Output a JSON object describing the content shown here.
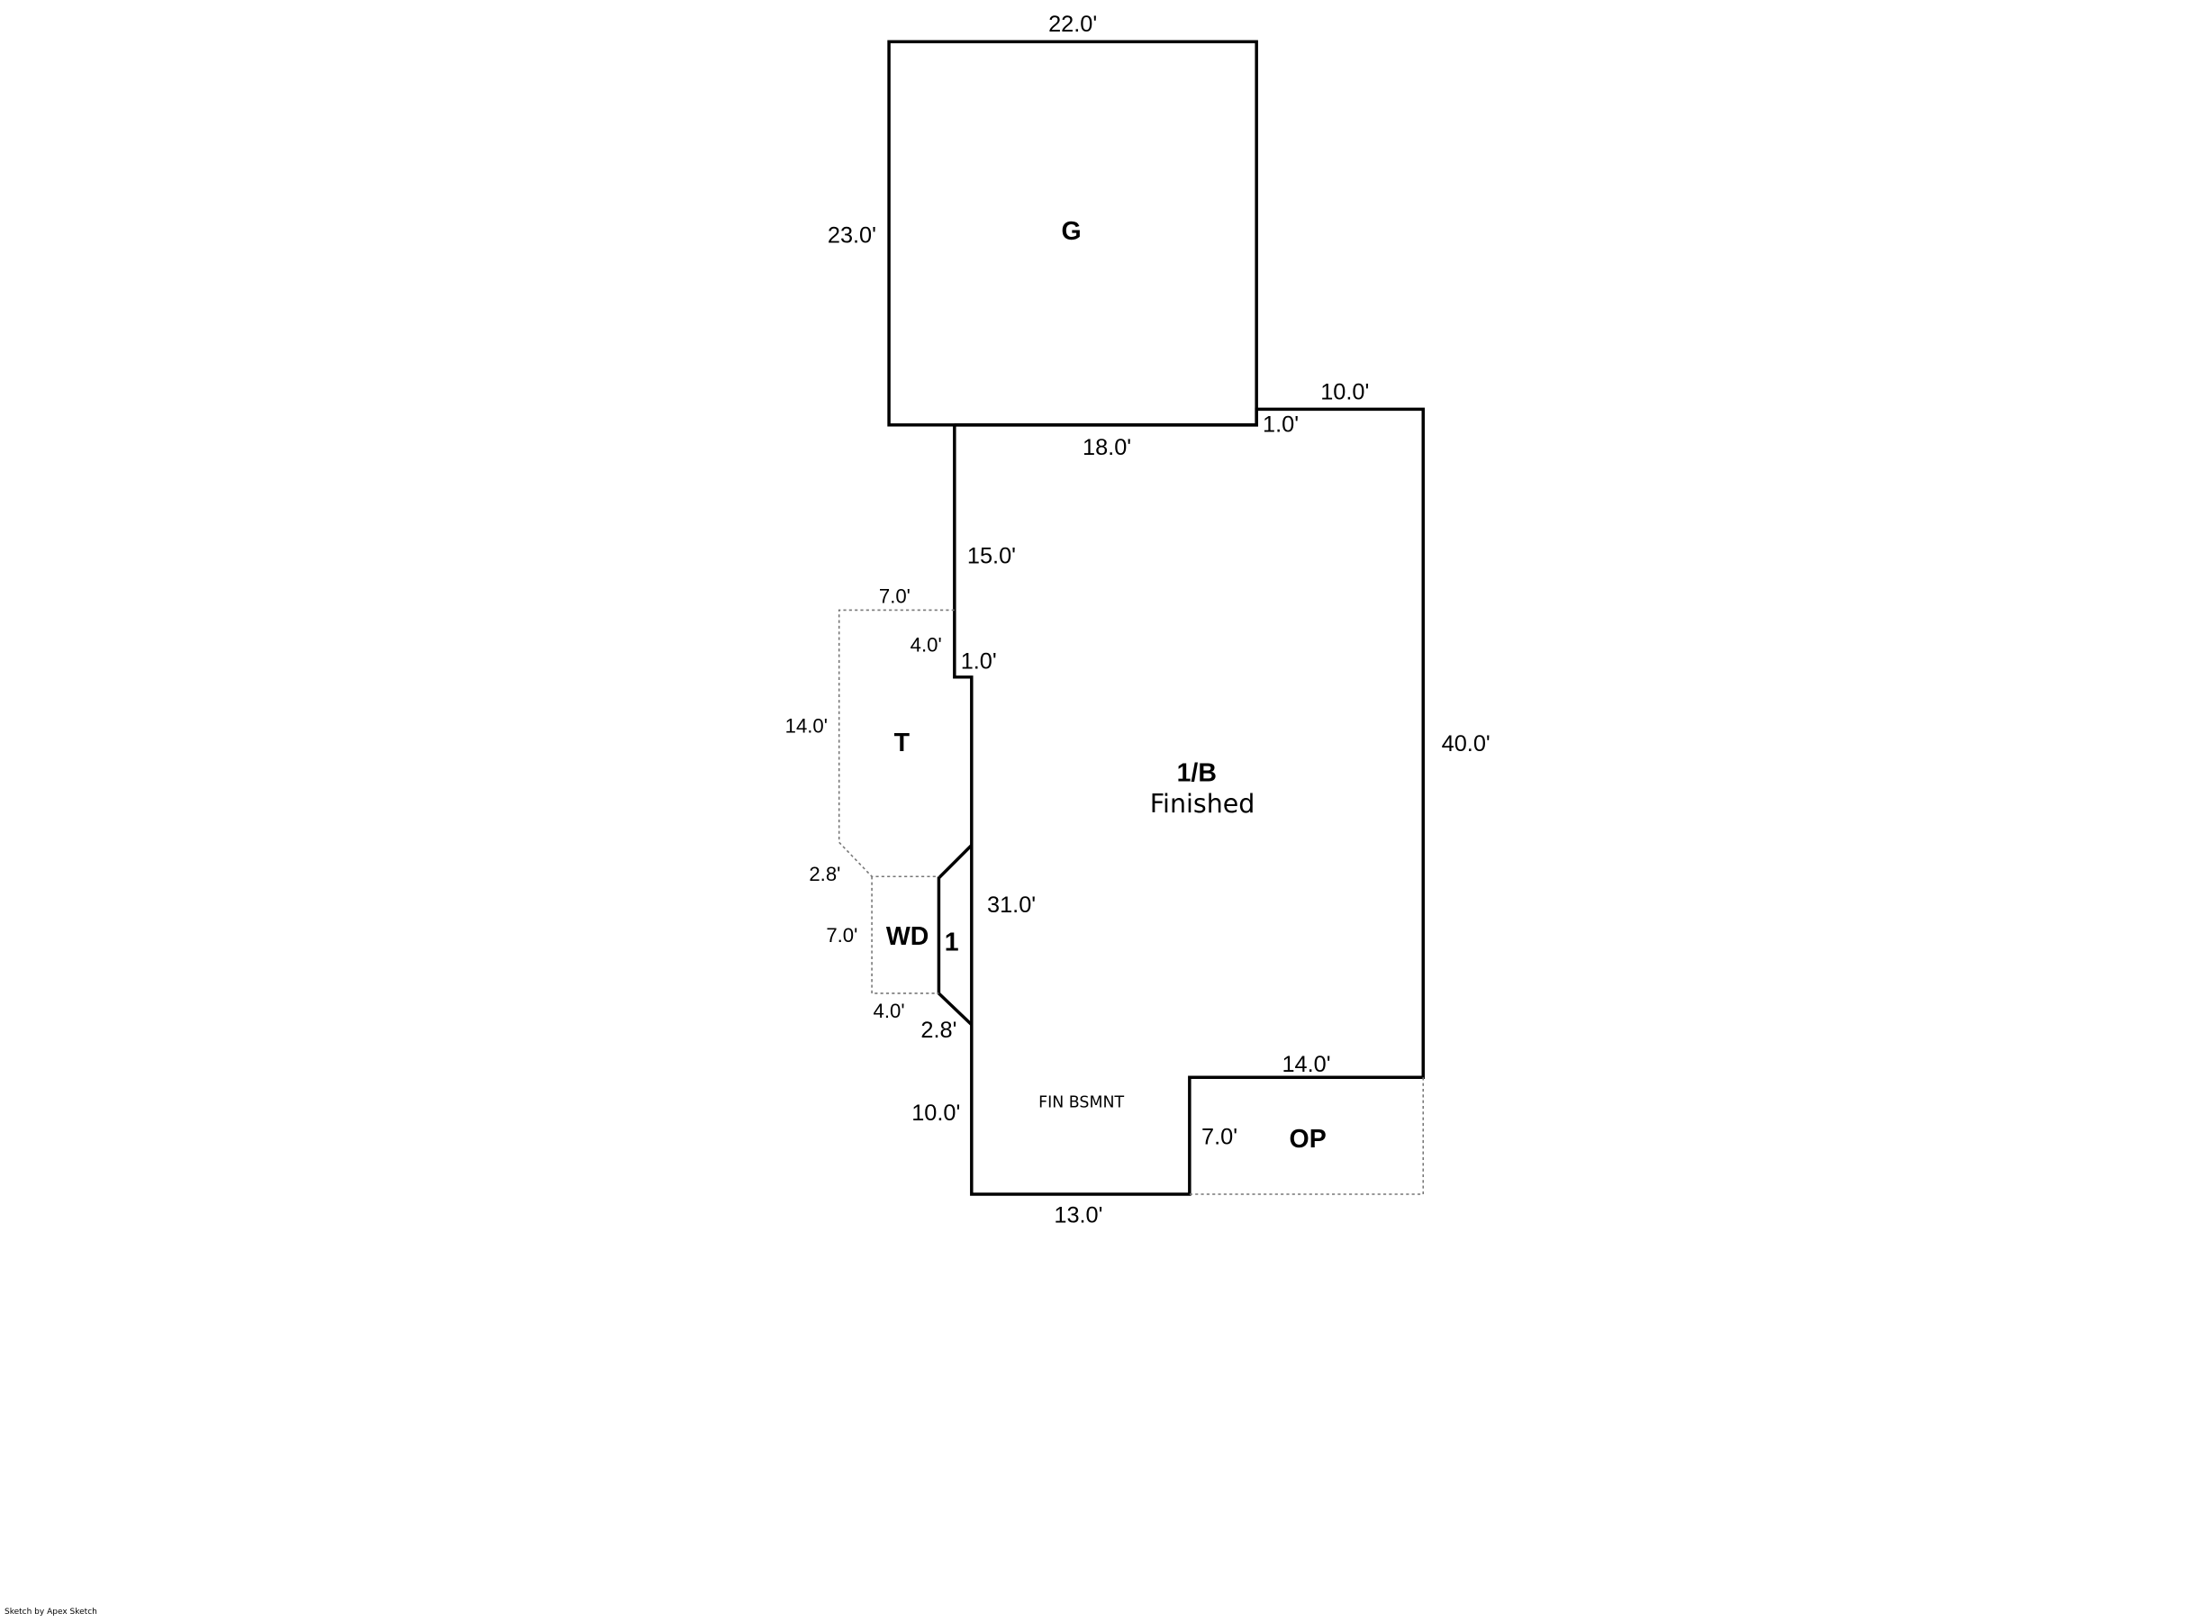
{
  "areas": {
    "garage": {
      "label": "G"
    },
    "main": {
      "label": "1/B",
      "sublabel": "Finished",
      "note": "FIN BSMNT"
    },
    "terrace": {
      "label": "T"
    },
    "wood_deck": {
      "label": "WD"
    },
    "section_one": {
      "label": "1"
    },
    "open_porch": {
      "label": "OP"
    }
  },
  "dimensions": {
    "g_top": "22.0'",
    "g_left": "23.0'",
    "g_bottom": "18.0'",
    "step_1": "1.0'",
    "top_right": "10.0'",
    "right": "40.0'",
    "left_upper": "15.0'",
    "t_top": "7.0'",
    "t_inner": "4.0'",
    "jog": "1.0'",
    "t_left": "14.0'",
    "t_diag": "2.8'",
    "wd_left": "7.0'",
    "wd_bottom": "4.0'",
    "diag_lower": "2.8'",
    "left_mid": "31.0'",
    "left_lower": "10.0'",
    "bottom": "13.0'",
    "op_top": "14.0'",
    "op_left": "7.0'"
  },
  "footer": "Sketch by Apex Sketch"
}
